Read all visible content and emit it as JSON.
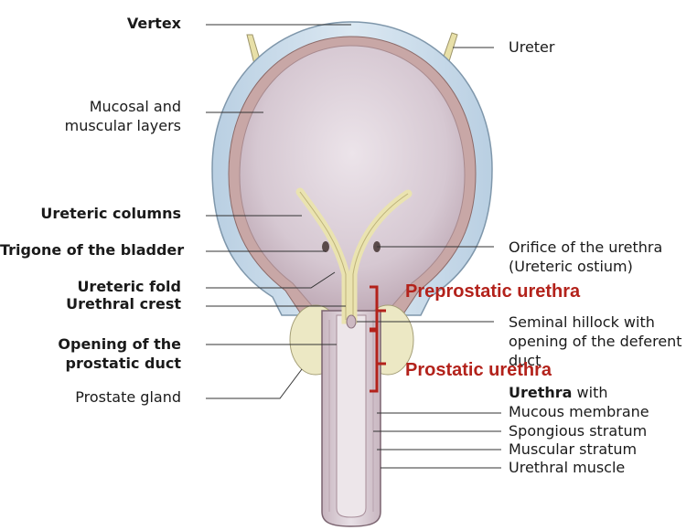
{
  "labels_left": {
    "vertex": "Vertex",
    "mucosal_line1": "Mucosal and",
    "mucosal_line2": "muscular layers",
    "ureteric_columns": "Ureteric columns",
    "trigone": "Trigone of the bladder",
    "ureteric_fold": "Ureteric fold",
    "urethral_crest": "Urethral crest",
    "opening_line1": "Opening of the",
    "opening_line2": "prostatic duct",
    "prostate_gland": "Prostate gland"
  },
  "labels_right": {
    "ureter": "Ureter",
    "orifice_line1": "Orifice of the urethra",
    "orifice_line2": "(Ureteric ostium)",
    "hillock_line1": "Seminal hillock with",
    "hillock_line2": "opening of the deferent",
    "hillock_line3": "duct",
    "urethra_bold": "Urethra",
    "urethra_rest": " with",
    "mucous_membrane": "Mucous membrane",
    "spongious_stratum": "Spongious stratum",
    "muscular_stratum": "Muscular stratum",
    "urethral_muscle": "Urethral muscle"
  },
  "annotations": {
    "preprostatic": "Preprostatic urethra",
    "prostatic": "Prostatic urethra"
  },
  "colors": {
    "outer_wall": "#c9dceb",
    "inner_lumen": "#d8ccd6",
    "mucosa_edge": "#b48a86",
    "ureter_yellow": "#e8e0a8",
    "prostate": "#ece8c4",
    "annotation_red": "#b3221b",
    "leader_line": "#333333"
  }
}
